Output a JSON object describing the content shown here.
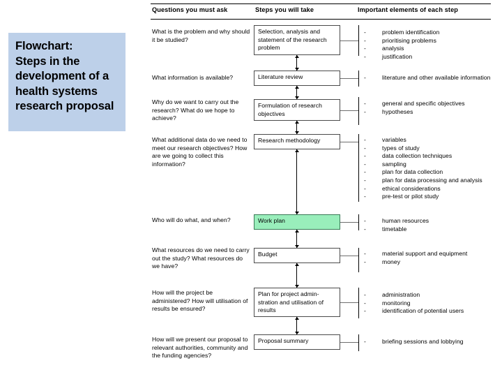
{
  "title_box": {
    "text": "Flowchart:\nSteps in the development of a health systems research proposal",
    "background_color": "#bdd0e9"
  },
  "chart_data": {
    "type": "table",
    "title": "Flowchart: Steps in the development of a health systems research proposal",
    "columns": [
      "Questions you must ask",
      "Steps you will take",
      "Important elements of each step"
    ],
    "highlight_color": "#99eebb",
    "rows": [
      {
        "question": "What is the problem and why should it be studied?",
        "step": "Selection, analysis and statement of the research problem",
        "highlighted": false,
        "elements": [
          "problem identification",
          "prioritising problems",
          "analysis",
          "justification"
        ]
      },
      {
        "question": "What information is available?",
        "step": "Literature review",
        "highlighted": false,
        "elements": [
          "literature and other available information"
        ]
      },
      {
        "question": "Why do we want to carry out the research? What do we hope to achieve?",
        "step": "Formulation of research objectives",
        "highlighted": false,
        "elements": [
          "general and specific objectives",
          "hypotheses"
        ]
      },
      {
        "question": "What additional data do we need to meet our research objectives? How are we going to collect this information?",
        "step": "Research methodology",
        "highlighted": false,
        "elements": [
          "variables",
          "types of study",
          "data collection techniques",
          "sampling",
          "plan for data collection",
          "plan for data processing and analysis",
          "ethical considerations",
          "pre-test or pilot study"
        ]
      },
      {
        "question": "Who will do what, and when?",
        "step": "Work plan",
        "highlighted": true,
        "elements": [
          "human resources",
          "timetable"
        ]
      },
      {
        "question": "What resources do we need to carry out the study? What resources do we have?",
        "step": "Budget",
        "highlighted": false,
        "elements": [
          "material support and equipment",
          "money"
        ]
      },
      {
        "question": "How will the project be administered? How will utilisation of results be ensured?",
        "step": "Plan for project admin-\nstration and utilisation of results",
        "highlighted": false,
        "elements": [
          "administration",
          "monitoring",
          "identification of potential users"
        ]
      },
      {
        "question": "How will we present our proposal to relevant authorities, community and the funding agencies?",
        "step": "Proposal summary",
        "highlighted": false,
        "elements": [
          "briefing sessions and lobbying"
        ]
      }
    ],
    "bullet_marker": "-"
  }
}
